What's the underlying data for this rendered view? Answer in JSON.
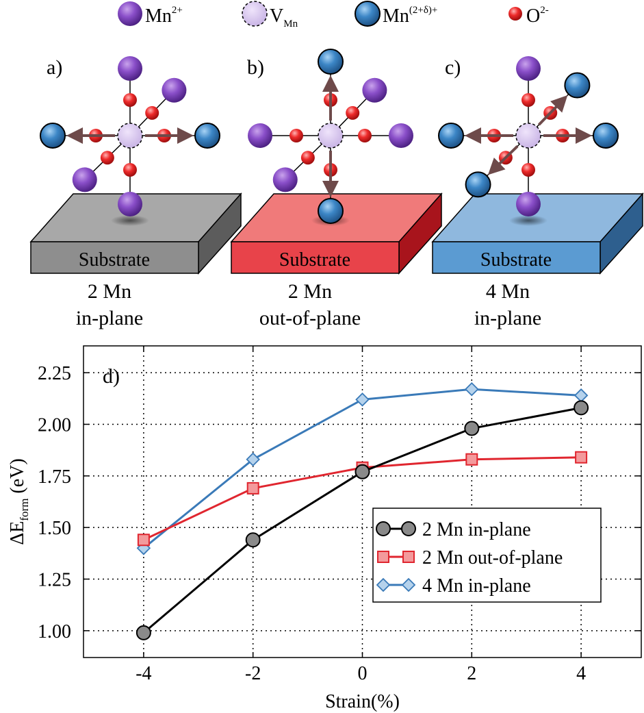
{
  "legend_top": [
    {
      "label": "Mn",
      "sup": "2+",
      "sub": "",
      "kind": "mn2"
    },
    {
      "label": "V",
      "sup": "",
      "sub": "Mn",
      "kind": "vac"
    },
    {
      "label": "Mn",
      "sup": "(2+δ)+",
      "sub": "",
      "kind": "mnd"
    },
    {
      "label": "O",
      "sup": "2-",
      "sub": "",
      "kind": "oxy"
    }
  ],
  "panels": [
    {
      "tag": "a)",
      "substrate": "Substrate",
      "caption1": "2 Mn",
      "caption2": "in-plane",
      "top_color": "#a8a8a8",
      "front_color": "#8e8e8e",
      "side_color": "#5c5c5c",
      "atoms": {
        "up": "mn2",
        "down": "mn2",
        "left": "mnd",
        "right": "mnd",
        "back": "mn2",
        "front": "mn2"
      }
    },
    {
      "tag": "b)",
      "substrate": "Substrate",
      "caption1": "2 Mn",
      "caption2": "out-of-plane",
      "top_color": "#f07a7a",
      "front_color": "#e8434a",
      "side_color": "#a8141c",
      "atoms": {
        "up": "mnd",
        "down": "mnd",
        "left": "mn2",
        "right": "mn2",
        "back": "mn2",
        "front": "mn2"
      }
    },
    {
      "tag": "c)",
      "substrate": "Substrate",
      "caption1": "4 Mn",
      "caption2": "in-plane",
      "top_color": "#8fb8de",
      "front_color": "#5b9bd2",
      "side_color": "#2e5f8e",
      "atoms": {
        "up": "mn2",
        "down": "mn2",
        "left": "mnd",
        "right": "mnd",
        "back": "mnd",
        "front": "mnd"
      }
    }
  ],
  "chart_data": {
    "type": "line",
    "panel_tag": "d)",
    "xlabel": "Strain(%)",
    "ylabel_main": "ΔE",
    "ylabel_sub": "form",
    "ylabel_unit": "(eV)",
    "x": [
      -4,
      -2,
      0,
      2,
      4
    ],
    "xticks": [
      "-4",
      "-2",
      "0",
      "2",
      "4"
    ],
    "yticks": [
      "1.00",
      "1.25",
      "1.50",
      "1.75",
      "2.00",
      "2.25"
    ],
    "xlim": [
      -5.1,
      5.1
    ],
    "ylim": [
      0.87,
      2.38
    ],
    "grid": true,
    "legend_position": "lower-right",
    "series": [
      {
        "name": "2 Mn in-plane",
        "marker": "circle",
        "color": "#000000",
        "fill": "#8a8a8a",
        "values": [
          0.99,
          1.44,
          1.77,
          1.98,
          2.08
        ]
      },
      {
        "name": "2 Mn out-of-plane",
        "marker": "square",
        "color": "#e0262f",
        "fill": "#f39a9c",
        "values": [
          1.44,
          1.69,
          1.79,
          1.83,
          1.84
        ]
      },
      {
        "name": "4 Mn in-plane",
        "marker": "diamond",
        "color": "#3a7ab8",
        "fill": "#b5d2ec",
        "values": [
          1.4,
          1.83,
          2.12,
          2.17,
          2.14
        ]
      }
    ]
  }
}
